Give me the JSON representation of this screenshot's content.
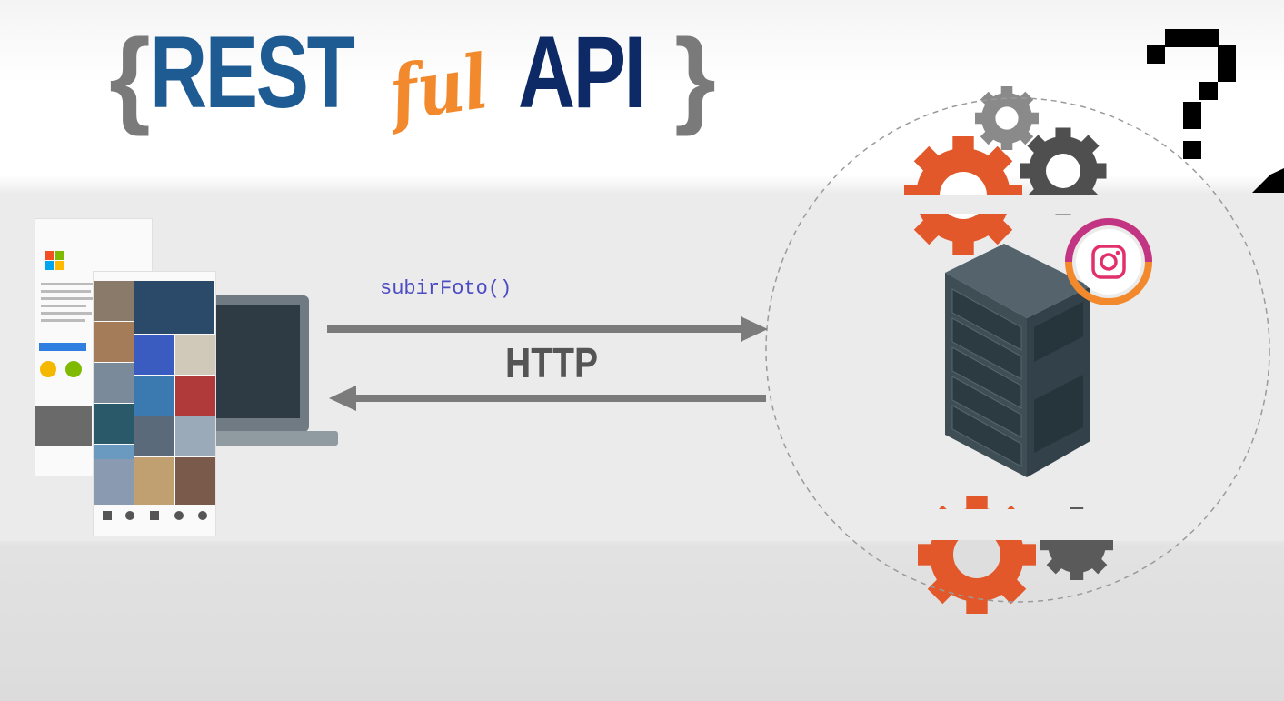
{
  "title": {
    "brace_open": "{",
    "rest": "REST",
    "ful": "ful",
    "api": "API",
    "brace_close": "}"
  },
  "diagram": {
    "function_call": "subirFoto()",
    "protocol": "HTTP"
  },
  "colors": {
    "rest_blue": "#1f5b93",
    "ful_orange": "#f28a2d",
    "api_navy": "#0d2a66",
    "gear_orange": "#e2582a",
    "gear_gray": "#666666",
    "arrow_gray": "#7b7b7b",
    "server_dark": "#3f4d55"
  },
  "icons": [
    "question-mark-icon",
    "gear-icon",
    "server-rack-icon",
    "instagram-icon",
    "laptop-icon",
    "smartphone-icon"
  ]
}
